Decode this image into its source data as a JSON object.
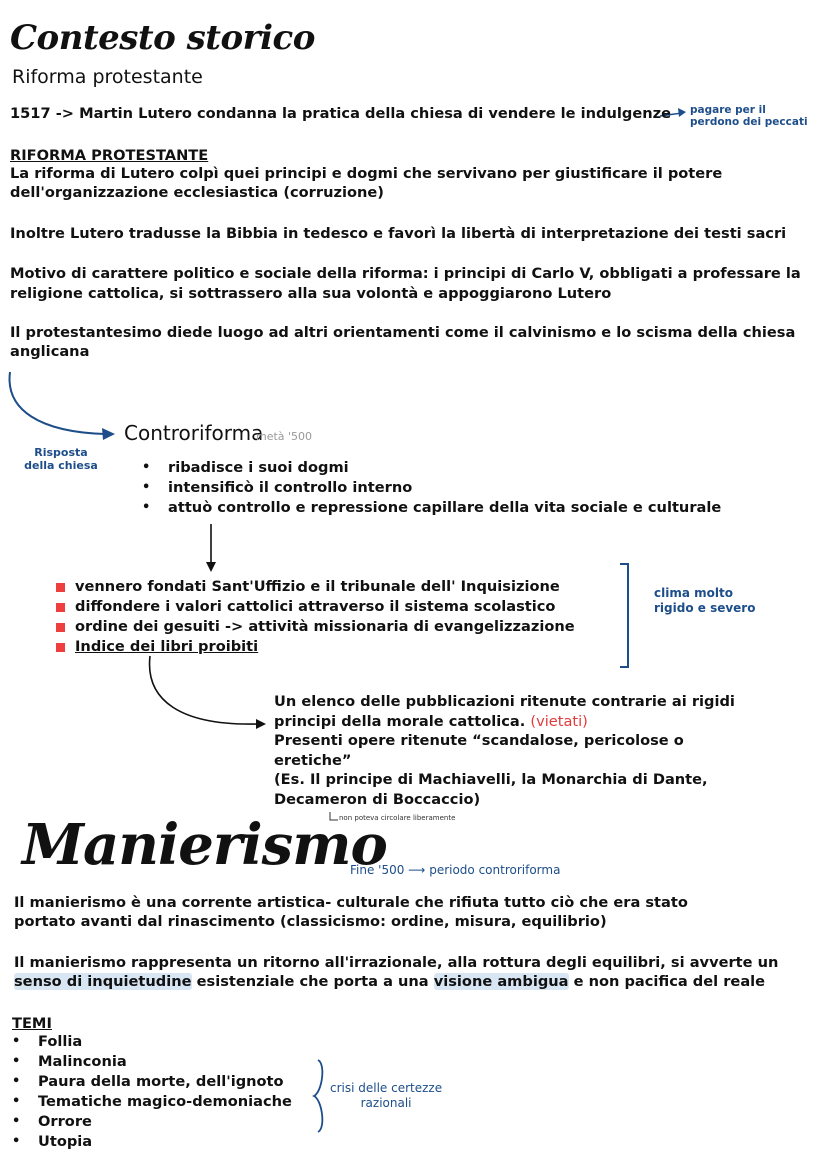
{
  "header": {
    "title": "Contesto storico",
    "subtitle": "Riforma protestante"
  },
  "intro": {
    "line": "1517 -> Martin Lutero condanna la pratica della chiesa di vendere le indulgenze",
    "note_1": "pagare per il",
    "note_2": "perdono dei peccati"
  },
  "riforma": {
    "heading": "RIFORMA PROTESTANTE",
    "p1_l1": "La riforma di Lutero colpì quei principi e dogmi che servivano per giustificare il potere",
    "p1_l2": "dell'organizzazione ecclesiastica (corruzione)",
    "p2": "Inoltre Lutero tradusse la Bibbia in tedesco e favorì la libertà di interpretazione dei testi sacri",
    "p3_l1": "Motivo di carattere politico e sociale della riforma: i principi di Carlo V, obbligati a professare la",
    "p3_l2": "religione cattolica, si sottrassero alla sua volontà e appoggiarono Lutero",
    "p4_l1": "Il protestantesimo diede luogo ad altri orientamenti come il calvinismo e lo scisma della chiesa",
    "p4_l2": "anglicana"
  },
  "controriforma": {
    "side_1": "Risposta",
    "side_2": "della chiesa",
    "title": "Controriforma",
    "period": "metà '500",
    "bullets": [
      "ribadisce i suoi dogmi",
      "intensificò il controllo interno",
      "attuò controllo e repressione capillare della vita sociale e culturale"
    ],
    "measures": [
      "vennero fondati Sant'Uffizio e il tribunale dell' Inquisizione",
      "diffondere i valori cattolici attraverso il sistema scolastico",
      "ordine dei gesuiti -> attività missionaria di evangelizzazione",
      "Indice dei libri proibiti"
    ],
    "clima_1": "clima molto",
    "clima_2": "rigido e severo",
    "indice_l1": "Un elenco delle pubblicazioni ritenute contrarie ai rigidi",
    "indice_l2": "principi della morale cattolica.",
    "indice_vietati": "(vietati)",
    "indice_l3": "Presenti opere ritenute “scandalose, pericolose o",
    "indice_l4": "eretiche”",
    "indice_l5": "(Es. Il principe di Machiavelli, la Monarchia di Dante,",
    "indice_l6": "Decameron di Boccaccio)",
    "indice_note": "non poteva circolare liberamente"
  },
  "manierismo": {
    "title": "Manierismo",
    "period": "Fine '500 ⟶ periodo controriforma",
    "p1_l1": "Il manierismo è una corrente artistica- culturale che rifiuta tutto ciò che era stato",
    "p1_l2": "portato avanti dal rinascimento (classicismo: ordine, misura, equilibrio)",
    "p2_l1": "Il manierismo rappresenta un ritorno all'irrazionale, alla rottura degli equilibri, si avverte un",
    "p2_l2_hl1": "senso di inquietudine",
    "p2_l2_mid": " esistenziale che porta a una ",
    "p2_l2_hl2": "visione ambigua",
    "p2_l2_end": " e non pacifica del reale",
    "temi_heading": "TEMI",
    "temi": [
      "Follia",
      "Malinconia",
      "Paura della morte, dell'ignoto",
      "Tematiche magico-demoniache",
      "Orrore",
      "Utopia"
    ],
    "crisi_1": "crisi delle certezze",
    "crisi_2": "razionali"
  },
  "colors": {
    "ink": "#111111",
    "blue_ink": "#1d4e8a",
    "red_bullet": "#ee3e3e",
    "highlight": "#d8e6f4"
  }
}
